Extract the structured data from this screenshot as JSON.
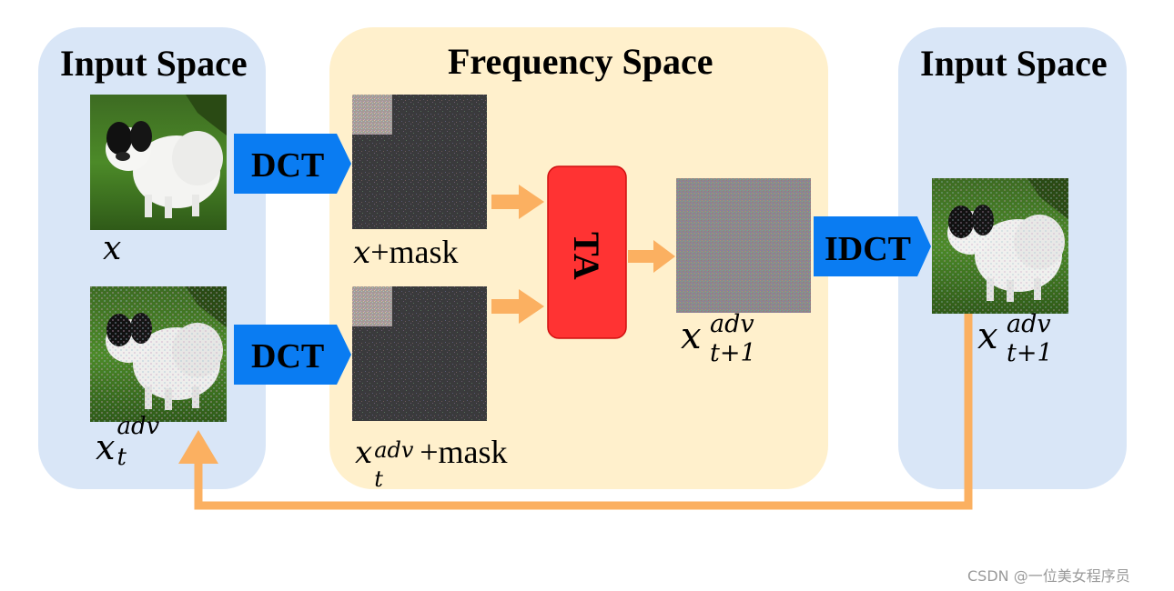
{
  "panels": {
    "left_title": "Input Space",
    "mid_title": "Frequency Space",
    "right_title": "Input Space"
  },
  "blocks": {
    "dct_top": "DCT",
    "dct_bottom": "DCT",
    "idct": "IDCT",
    "ta": "TA"
  },
  "labels": {
    "x": "x",
    "x_mask_var": "x",
    "mask_suffix": "+mask",
    "xt_base": "x",
    "xt_sup": "adv",
    "xt_sub": "t",
    "xt_mask_base": "x",
    "xt_mask_sup": "adv",
    "xt_mask_sub": "t",
    "xt_mask_suffix": "+mask",
    "xt1_mid_base": "x",
    "xt1_mid_sup": "adv",
    "xt1_mid_sub": "t+1",
    "xt1_right_base": "x",
    "xt1_right_sup": "adv",
    "xt1_right_sub": "t+1"
  },
  "colors": {
    "input_panel": "#d9e6f7",
    "frequency_panel": "#fff0cc",
    "dct_arrow": "#0a7cf2",
    "ta_block": "#ff3333",
    "flow_arrow": "#fbb061"
  },
  "watermark": "CSDN @一位美女程序员"
}
